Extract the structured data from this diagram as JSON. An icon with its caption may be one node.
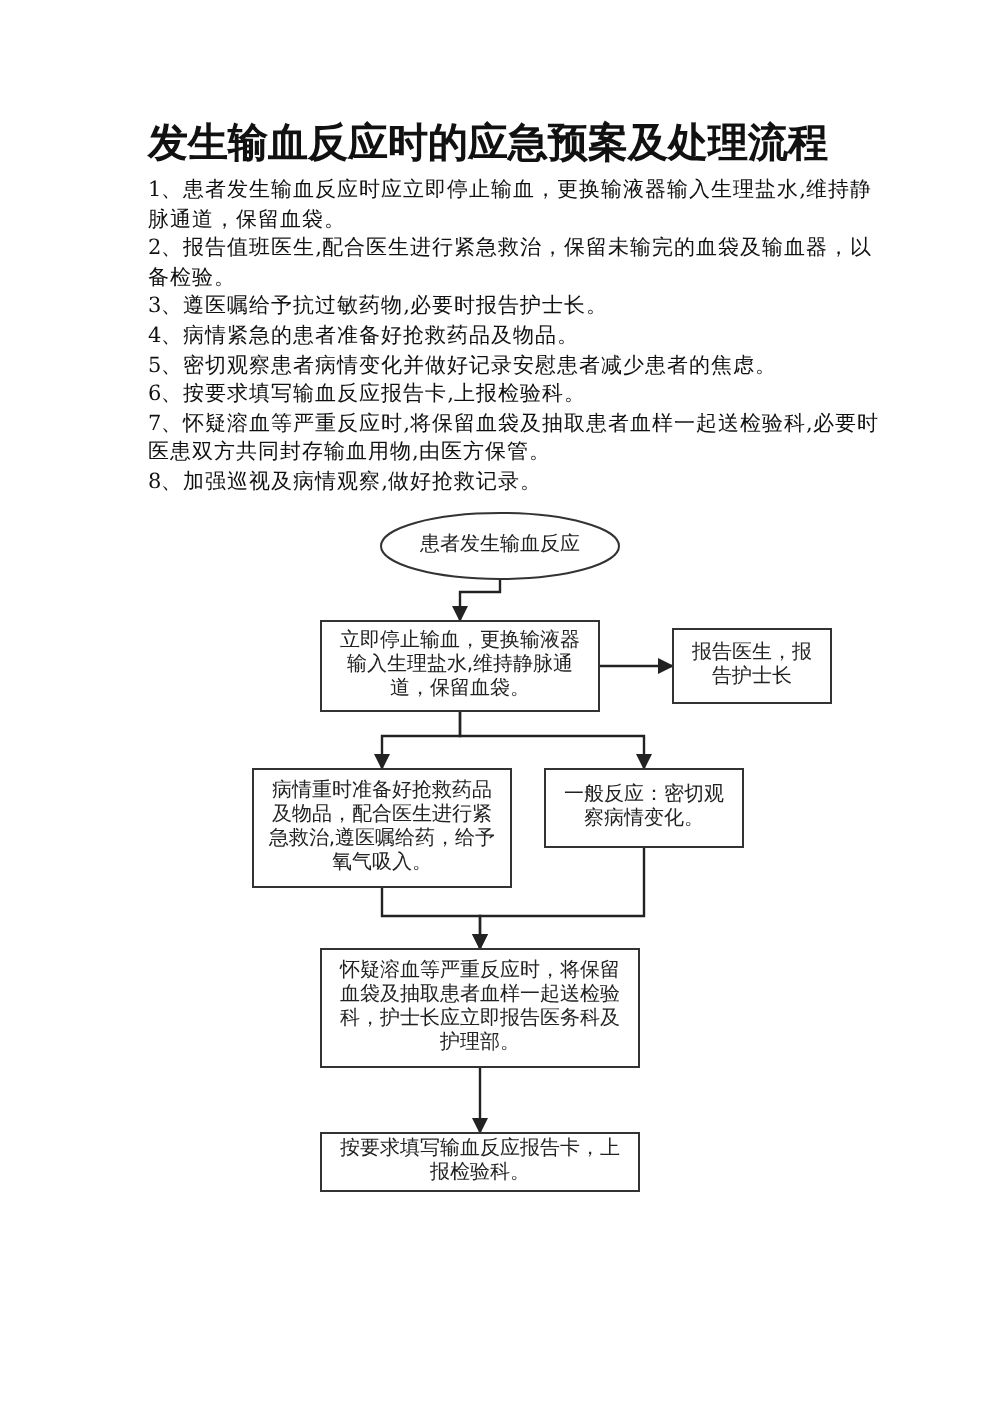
{
  "diagram": {
    "title": "发生输血反应时的应急预案及处理流程",
    "labels": [
      "1、患者发生输血反应时应立即停止输血，更换输液器输入生理盐水,维持静脉通道，保留血袋。",
      "2、报告值班医生,配合医生进行紧急救治，保留未输完的血袋及输血器，以备检验。",
      "3、遵医嘱给予抗过敏药物,必要时报告护士长。",
      "4、病情紧急的患者准备好抢救药品及物品。",
      "5、密切观察患者病情变化并做好记录安慰患者减少患者的焦虑。",
      "6、按要求填写输血反应报告卡,上报检验科。",
      "7、怀疑溶血等严重反应时,将保留血袋及抽取患者血样一起送检验科,必要时医患双方共同封存输血用物,由医方保管。",
      "8、加强巡视及病情观察,做好抢救记录。"
    ],
    "nodes": [
      {
        "text": [
          "患者发生输血反应"
        ]
      },
      {
        "text": [
          "立即停止输血，更换输液器输入生理盐水,维持静脉通道，保留血袋。"
        ]
      },
      {
        "text": [
          "报告医生，报告护士长"
        ]
      },
      {
        "text": [
          "病情重时准备好抢救药品及物品，配合医生进行紧急救治,遵医嘱给药，给予氧气吸入。"
        ]
      },
      {
        "text": [
          "一般反应：密切观察病情变化。"
        ]
      },
      {
        "text": [
          "怀疑溶血等严重反应时，将保留血袋及抽取患者血样一起送检验科，护士长应立即报告医务科及护理部。"
        ]
      },
      {
        "text": [
          "按要求填写输血反应报告卡，上报检验科。"
        ]
      }
    ],
    "edges": [
      {
        "from": 0,
        "to": 1,
        "arrow": "to"
      },
      {
        "from": 1,
        "to": 2,
        "arrow": "to"
      },
      {
        "from": 1,
        "to": 3,
        "arrow": "to"
      },
      {
        "from": 1,
        "to": 4,
        "arrow": "to"
      },
      {
        "from": 3,
        "to": 5,
        "arrow": "to"
      },
      {
        "from": 4,
        "to": 5,
        "arrow": "to"
      },
      {
        "from": 5,
        "to": 6,
        "arrow": "to"
      }
    ]
  }
}
